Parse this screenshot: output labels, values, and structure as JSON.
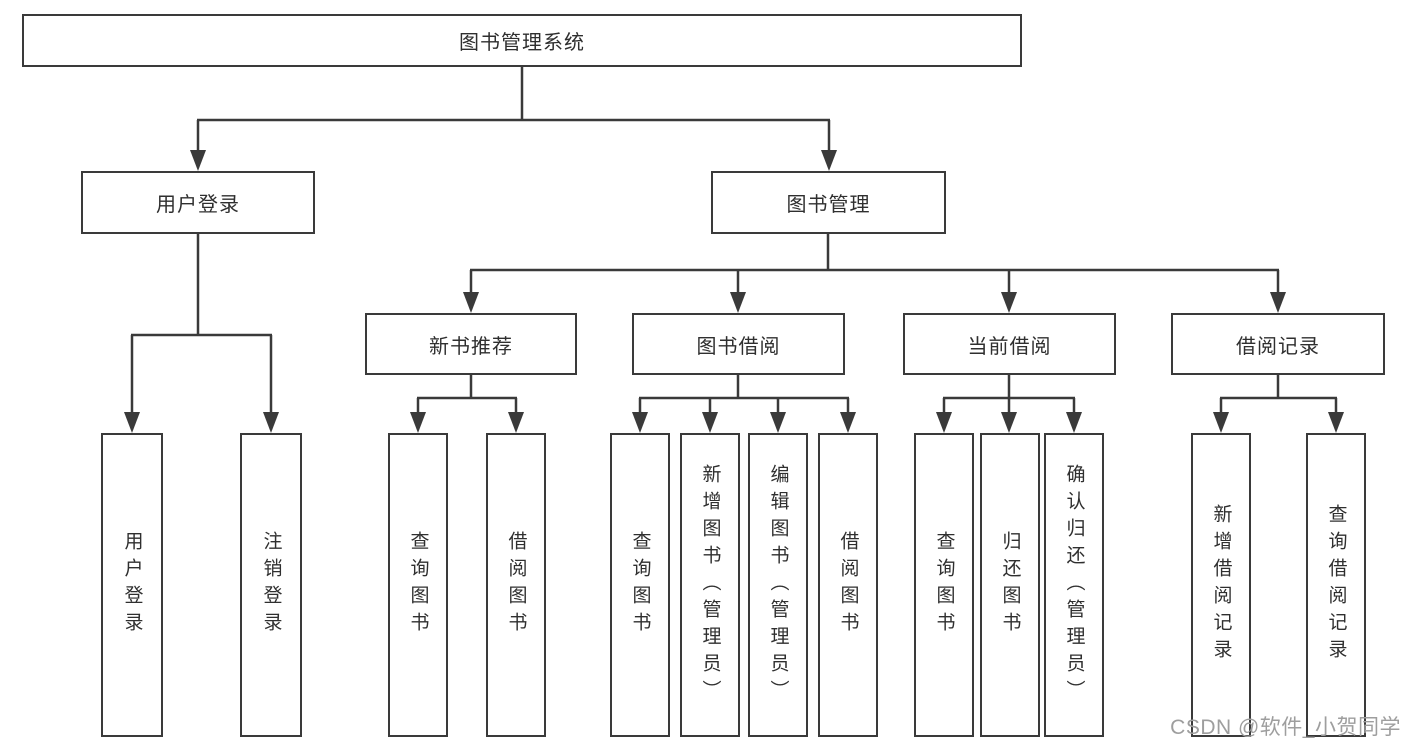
{
  "tree": {
    "label": "图书管理系统",
    "children": [
      {
        "label": "用户登录",
        "children": [
          {
            "label": "用户登录"
          },
          {
            "label": "注销登录"
          }
        ]
      },
      {
        "label": "图书管理",
        "children": [
          {
            "label": "新书推荐",
            "children": [
              {
                "label": "查询图书"
              },
              {
                "label": "借阅图书"
              }
            ]
          },
          {
            "label": "图书借阅",
            "children": [
              {
                "label": "查询图书"
              },
              {
                "label": "新增图书（管理员）"
              },
              {
                "label": "编辑图书（管理员）"
              },
              {
                "label": "借阅图书"
              }
            ]
          },
          {
            "label": "当前借阅",
            "children": [
              {
                "label": "查询图书"
              },
              {
                "label": "归还图书"
              },
              {
                "label": "确认归还（管理员）"
              }
            ]
          },
          {
            "label": "借阅记录",
            "children": [
              {
                "label": "新增借阅记录"
              },
              {
                "label": "查询借阅记录"
              }
            ]
          }
        ]
      }
    ]
  },
  "watermark": {
    "text": "CSDN @软件_小贺同学"
  },
  "colors": {
    "line": "#3a3a3a",
    "text": "#2f2f2f",
    "watermark": "#9e9e9e",
    "background": "#ffffff"
  }
}
